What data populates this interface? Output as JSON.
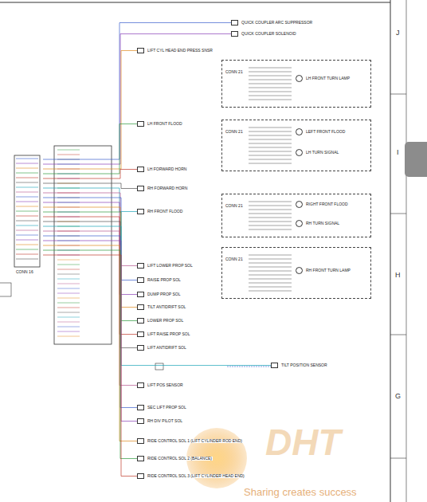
{
  "diagram": {
    "nodes": [
      {
        "text": [
          "CONN 16"
        ]
      },
      {
        "text": [
          "QUICK COUPLER ARC SUPPRESSOR"
        ]
      },
      {
        "text": [
          "QUICK COUPLER SOLENOID"
        ]
      },
      {
        "text": [
          "LIFT CYL HEAD END PRESS SNSR"
        ]
      },
      {
        "text": [
          "LH FRONT FLOOD"
        ]
      },
      {
        "text": [
          "LH FORWARD HORN"
        ]
      },
      {
        "text": [
          "RH FORWARD HORN"
        ]
      },
      {
        "text": [
          "RH FRONT FLOOD"
        ]
      },
      {
        "text": [
          "LIFT LOWER PROP SOL"
        ]
      },
      {
        "text": [
          "RAISE PROP SOL"
        ]
      },
      {
        "text": [
          "DUMP PROP SOL"
        ]
      },
      {
        "text": [
          "TILT ANTIDRIFT SOL"
        ]
      },
      {
        "text": [
          "LOWER PROP SOL"
        ]
      },
      {
        "text": [
          "LIFT RAISE PROP SOL"
        ]
      },
      {
        "text": [
          "LIFT ANTIDRIFT SOL"
        ]
      },
      {
        "text": [
          "TILT POSITION SENSOR"
        ]
      },
      {
        "text": [
          "LIFT POS SENSOR"
        ]
      },
      {
        "text": [
          "SEC LIFT PROP SOL"
        ]
      },
      {
        "text": [
          "RH DIV PILOT SOL"
        ]
      },
      {
        "text": [
          "RIDE CONTROL SOL 1 (LIFT CYLINDER ROD END)"
        ]
      },
      {
        "text": [
          "RIDE CONTROL SOL 2 (BALANCE)"
        ]
      },
      {
        "text": [
          "RIDE CONTROL SOL 3 (LIFT CYLINDER HEAD END)"
        ]
      },
      {
        "text": [
          "CONN 21"
        ]
      },
      {
        "text": [
          "LH FRONT TURN LAMP"
        ],
        "in": 22
      },
      {
        "text": [
          "CONN 21"
        ]
      },
      {
        "text": [
          "LEFT FRONT FLOOD"
        ],
        "in": 24
      },
      {
        "text": [
          "LH TURN SIGNAL"
        ],
        "in": 24
      },
      {
        "text": [
          "CONN 21"
        ]
      },
      {
        "text": [
          "RIGHT FRONT FLOOD"
        ],
        "in": 27
      },
      {
        "text": [
          "RH TURN SIGNAL"
        ],
        "in": 27
      },
      {
        "text": [
          "CONN 21"
        ]
      },
      {
        "text": [
          "RH FRONT TURN LAMP"
        ],
        "in": 30
      }
    ],
    "edges": [
      {
        "from": 0,
        "to": 1,
        "arrow": "none"
      },
      {
        "from": 0,
        "to": 2,
        "arrow": "none"
      },
      {
        "from": 0,
        "to": 3,
        "arrow": "none"
      },
      {
        "from": 0,
        "to": 4,
        "arrow": "none"
      },
      {
        "from": 0,
        "to": 5,
        "arrow": "none"
      },
      {
        "from": 0,
        "to": 6,
        "arrow": "none"
      },
      {
        "from": 0,
        "to": 7,
        "arrow": "none"
      },
      {
        "from": 0,
        "to": 8,
        "arrow": "none"
      },
      {
        "from": 0,
        "to": 9,
        "arrow": "none"
      },
      {
        "from": 0,
        "to": 10,
        "arrow": "none"
      },
      {
        "from": 0,
        "to": 11,
        "arrow": "none"
      },
      {
        "from": 0,
        "to": 12,
        "arrow": "none"
      },
      {
        "from": 0,
        "to": 13,
        "arrow": "none"
      },
      {
        "from": 0,
        "to": 14,
        "arrow": "none"
      },
      {
        "from": 0,
        "to": 15,
        "arrow": "none"
      },
      {
        "from": 0,
        "to": 16,
        "arrow": "none"
      },
      {
        "from": 0,
        "to": 17,
        "arrow": "none"
      },
      {
        "from": 0,
        "to": 18,
        "arrow": "none"
      },
      {
        "from": 0,
        "to": 19,
        "arrow": "none"
      },
      {
        "from": 0,
        "to": 20,
        "arrow": "none"
      },
      {
        "from": 0,
        "to": 21,
        "arrow": "none"
      }
    ],
    "labels": [
      "J",
      "I",
      "H",
      "G",
      "DHT",
      "Sharing creates success"
    ]
  }
}
